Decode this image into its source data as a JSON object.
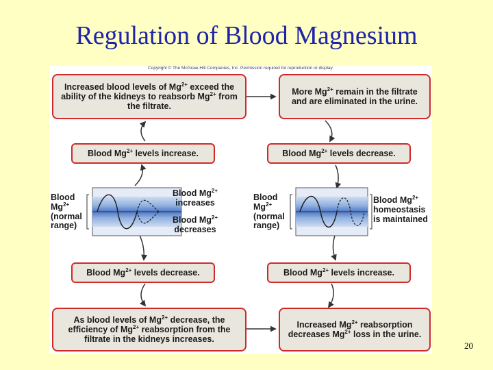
{
  "title": "Regulation of Blood Magnesium",
  "slide_number": "20",
  "copyright": "Copyright © The McGraw-Hill Companies, Inc. Permission required for reproduction or display.",
  "left": {
    "top_box": [
      "Increased blood levels of Mg",
      "2+",
      " exceed the ability of the kidneys to reabsorb Mg",
      "2+",
      " from the filtrate."
    ],
    "increase_box": [
      "Blood Mg",
      "2+",
      " levels increase."
    ],
    "range_label": [
      "Blood Mg",
      "2+",
      " (normal range)"
    ],
    "increases_label": [
      "Blood Mg",
      "2+",
      " increases"
    ],
    "decreases_label": [
      "Blood Mg",
      "2+",
      " decreases"
    ],
    "decrease_box": [
      "Blood Mg",
      "2+",
      " levels decrease."
    ],
    "bottom_box": [
      "As blood levels of Mg",
      "2+",
      " decrease, the efficiency of Mg",
      "2+",
      " reabsorption from the filtrate in the kidneys increases."
    ]
  },
  "right": {
    "top_box": [
      "More Mg",
      "2+",
      " remain in the filtrate and are eliminated in the urine."
    ],
    "decrease_box": [
      "Blood Mg",
      "2+",
      " levels decrease."
    ],
    "range_label": [
      "Blood Mg",
      "2+",
      " (normal range)"
    ],
    "homeostasis_label": [
      "Blood Mg",
      "2+",
      " homeostasis is maintained"
    ],
    "increase_box": [
      "Blood Mg",
      "2+",
      " levels increase."
    ],
    "bottom_box": [
      "Increased Mg",
      "2+",
      " reabsorption decreases Mg",
      "2+",
      " loss in the urine."
    ]
  },
  "colors": {
    "box_border": "#cf2a2a",
    "box_fill": "#e9e6dd",
    "band_dark": "#4f78c8",
    "band_light": "#cfdcf2",
    "title": "#1f24a8"
  }
}
